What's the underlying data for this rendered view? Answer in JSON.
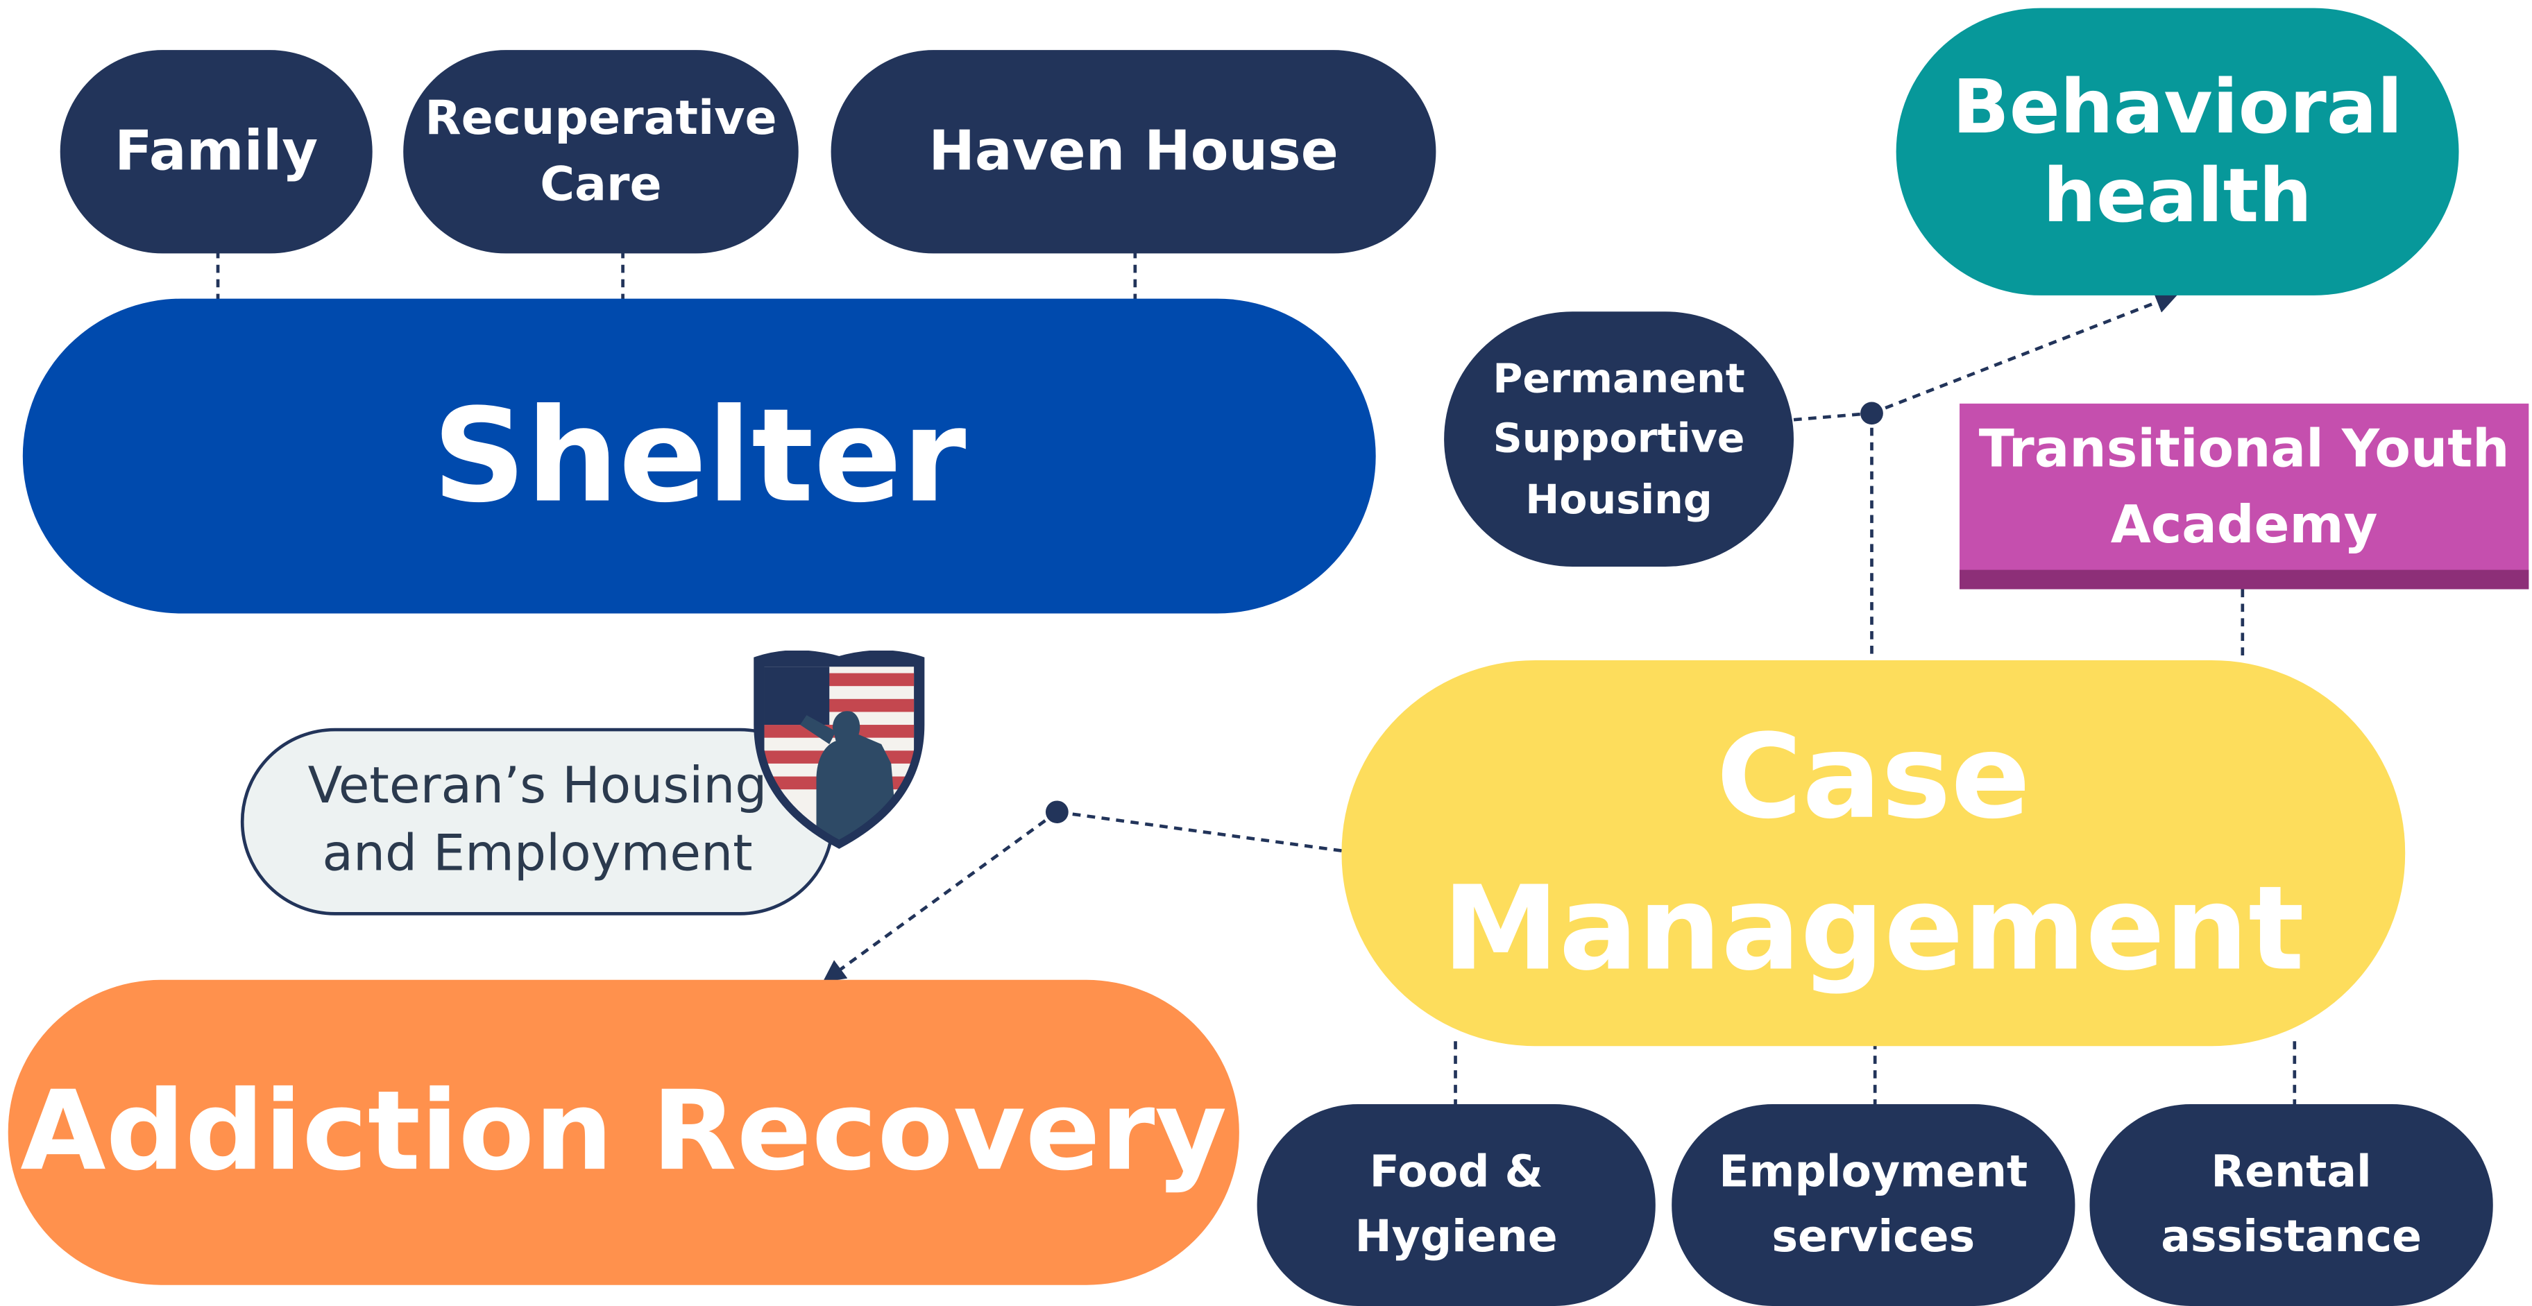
{
  "colors": {
    "navy": "#22345a",
    "shelter_blue": "#004aad",
    "teal": "#07989a",
    "magenta": "#c54fae",
    "yellow": "#fddd5c",
    "orange": "#ff914d",
    "light_gray": "#edf2f2",
    "connector": "#22345a"
  },
  "nodes": {
    "family": "Family",
    "recuperative_care": "Recuperative\nCare",
    "haven_house": "Haven House",
    "shelter": "Shelter",
    "behavioral_health": "Behavioral\nhealth",
    "permanent_supportive_housing": "Permanent\nSupportive\nHousing",
    "transitional_youth_academy": "Transitional Youth\nAcademy",
    "veterans_housing": "Veteran’s Housing\nand Employment",
    "case_management": "Case\nManagement",
    "addiction_recovery": "Addiction Recovery",
    "food_hygiene": "Food &\nHygiene",
    "employment_services": "Employment\nservices",
    "rental_assistance": "Rental\nassistance"
  },
  "icons": {
    "veteran_badge": "veteran-shield-flag-icon"
  }
}
